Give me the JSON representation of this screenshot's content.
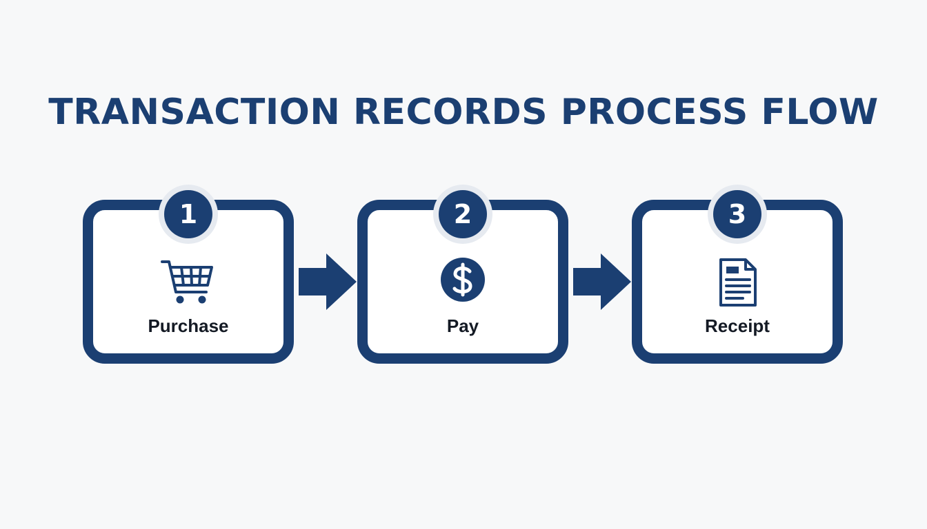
{
  "title": "TRANSACTION RECORDS PROCESS FLOW",
  "colors": {
    "primary": "#1b3f72",
    "badge_halo": "#e6eaf0",
    "background": "#f7f8f9",
    "label_text": "#141a24"
  },
  "steps": [
    {
      "number": "1",
      "label": "Purchase",
      "icon": "shopping-cart-icon"
    },
    {
      "number": "2",
      "label": "Pay",
      "icon": "dollar-coin-icon"
    },
    {
      "number": "3",
      "label": "Receipt",
      "icon": "document-icon"
    }
  ],
  "connectors": [
    "right-arrow-icon",
    "right-arrow-icon"
  ]
}
